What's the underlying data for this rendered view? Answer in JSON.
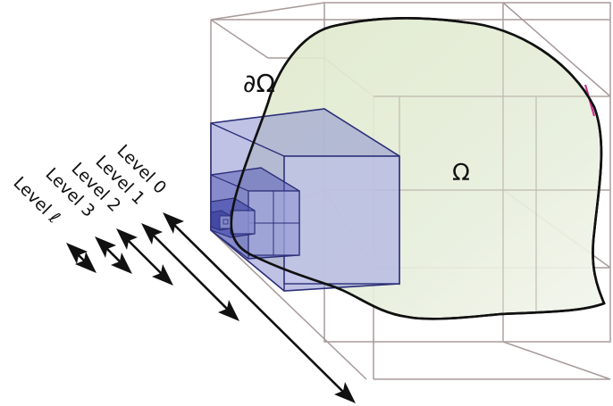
{
  "labels": {
    "boundary": "∂Ω",
    "domain": "Ω"
  },
  "levels": [
    {
      "text": "Level 0"
    },
    {
      "text": "Level 1"
    },
    {
      "text": "Level 2"
    },
    {
      "text": "Level 3"
    },
    {
      "text": "Level ℓ"
    }
  ],
  "colors": {
    "grid": "#a89a9a",
    "domain_fill": "#e2ecd2",
    "domain_stroke": "#111111",
    "octree_fill": "#8a8fd0",
    "octree_stroke": "#2c2f78",
    "arrow": "#111111"
  }
}
